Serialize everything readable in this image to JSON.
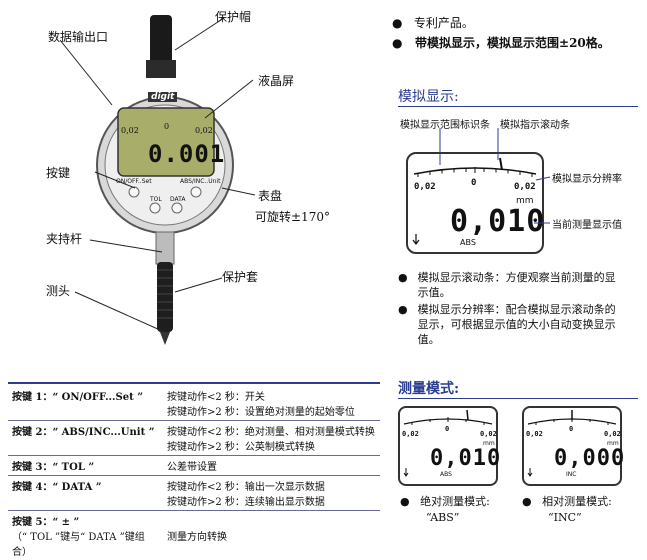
{
  "left_labels": {
    "data_port": "数据输出口",
    "protective_cap": "保护帽",
    "lcd_screen": "液晶屏",
    "button": "按键",
    "dial": "表盘",
    "rotatable": "可旋转±170°",
    "clamp_rod": "夹持杆",
    "probe": "测头",
    "protective_sleeve": "保护套"
  },
  "gauge": {
    "brand": "digit",
    "scale_left": "0,02",
    "scale_mid": "0",
    "scale_right": "0,02",
    "reading": "0.001",
    "btn_left": "ON/OFF..Set",
    "btn_right": "ABS/INC..Unit",
    "btn_tol": "TOL",
    "btn_data": "DATA"
  },
  "top_bullets": [
    "专利产品。",
    "带模拟显示，模拟显示范围±20格。"
  ],
  "analog": {
    "title": "模拟显示:",
    "label_range": "模拟显示范围标识条",
    "label_scroll": "模拟指示滚动条",
    "label_resolution": "模拟显示分辨率",
    "label_current": "当前测量显示值",
    "scale_left": "0,02",
    "scale_mid": "0",
    "scale_right": "0,02",
    "reading": "0,010",
    "unit": "mm",
    "mode": "ABS",
    "bullets": [
      "模拟显示滚动条：方便观察当前测量的显示值。",
      "模拟显示分辨率：配合模拟显示滚动条的显示，可根据显示值的大小自动变换显示值。"
    ]
  },
  "measure": {
    "title": "测量模式:",
    "abs_reading": "0,010",
    "abs_mode": "ABS",
    "inc_reading": "0,000",
    "inc_mode": "INC",
    "unit": "mm",
    "scale_left": "0,02",
    "scale_mid": "0",
    "scale_right": "0,02",
    "abs_caption_1": "绝对测量模式:",
    "abs_caption_2": "“ABS”",
    "inc_caption_1": "相对测量模式:",
    "inc_caption_2": "“INC”"
  },
  "keys_table": [
    {
      "key": "按键 1：“ ON/OFF...Set ”",
      "actions": [
        "按键动作<2 秒：开关",
        "按键动作>2 秒：设置绝对测量的起始零位"
      ]
    },
    {
      "key": "按键 2：“ ABS/INC...Unit ”",
      "actions": [
        "按键动作<2 秒：绝对测量、相对测量模式转换",
        "按键动作>2 秒：公英制模式转换"
      ]
    },
    {
      "key": "按键 3：“ TOL ”",
      "actions": [
        "公差带设置"
      ]
    },
    {
      "key": "按键 4：“ DATA ”",
      "actions": [
        "按键动作<2 秒：输出一次显示数据",
        "按键动作>2 秒：连续输出显示数据"
      ]
    },
    {
      "key": "按键 5：“ ± ”",
      "key2": "（“ TOL ”键与“ DATA ”键组合）",
      "actions": [
        "测量方向转换"
      ]
    }
  ]
}
